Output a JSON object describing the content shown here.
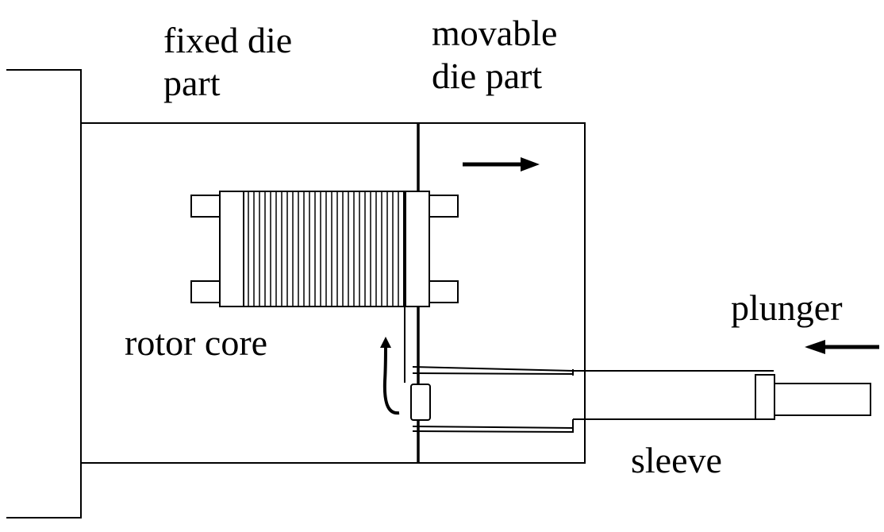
{
  "labels": {
    "fixed_die_line1": "fixed die",
    "fixed_die_line2": "part",
    "movable_die_line1": "movable",
    "movable_die_line2": "die part",
    "rotor_core": "rotor core",
    "plunger": "plunger",
    "sleeve": "sleeve"
  },
  "colors": {
    "stroke": "#000000",
    "background": "#ffffff"
  }
}
